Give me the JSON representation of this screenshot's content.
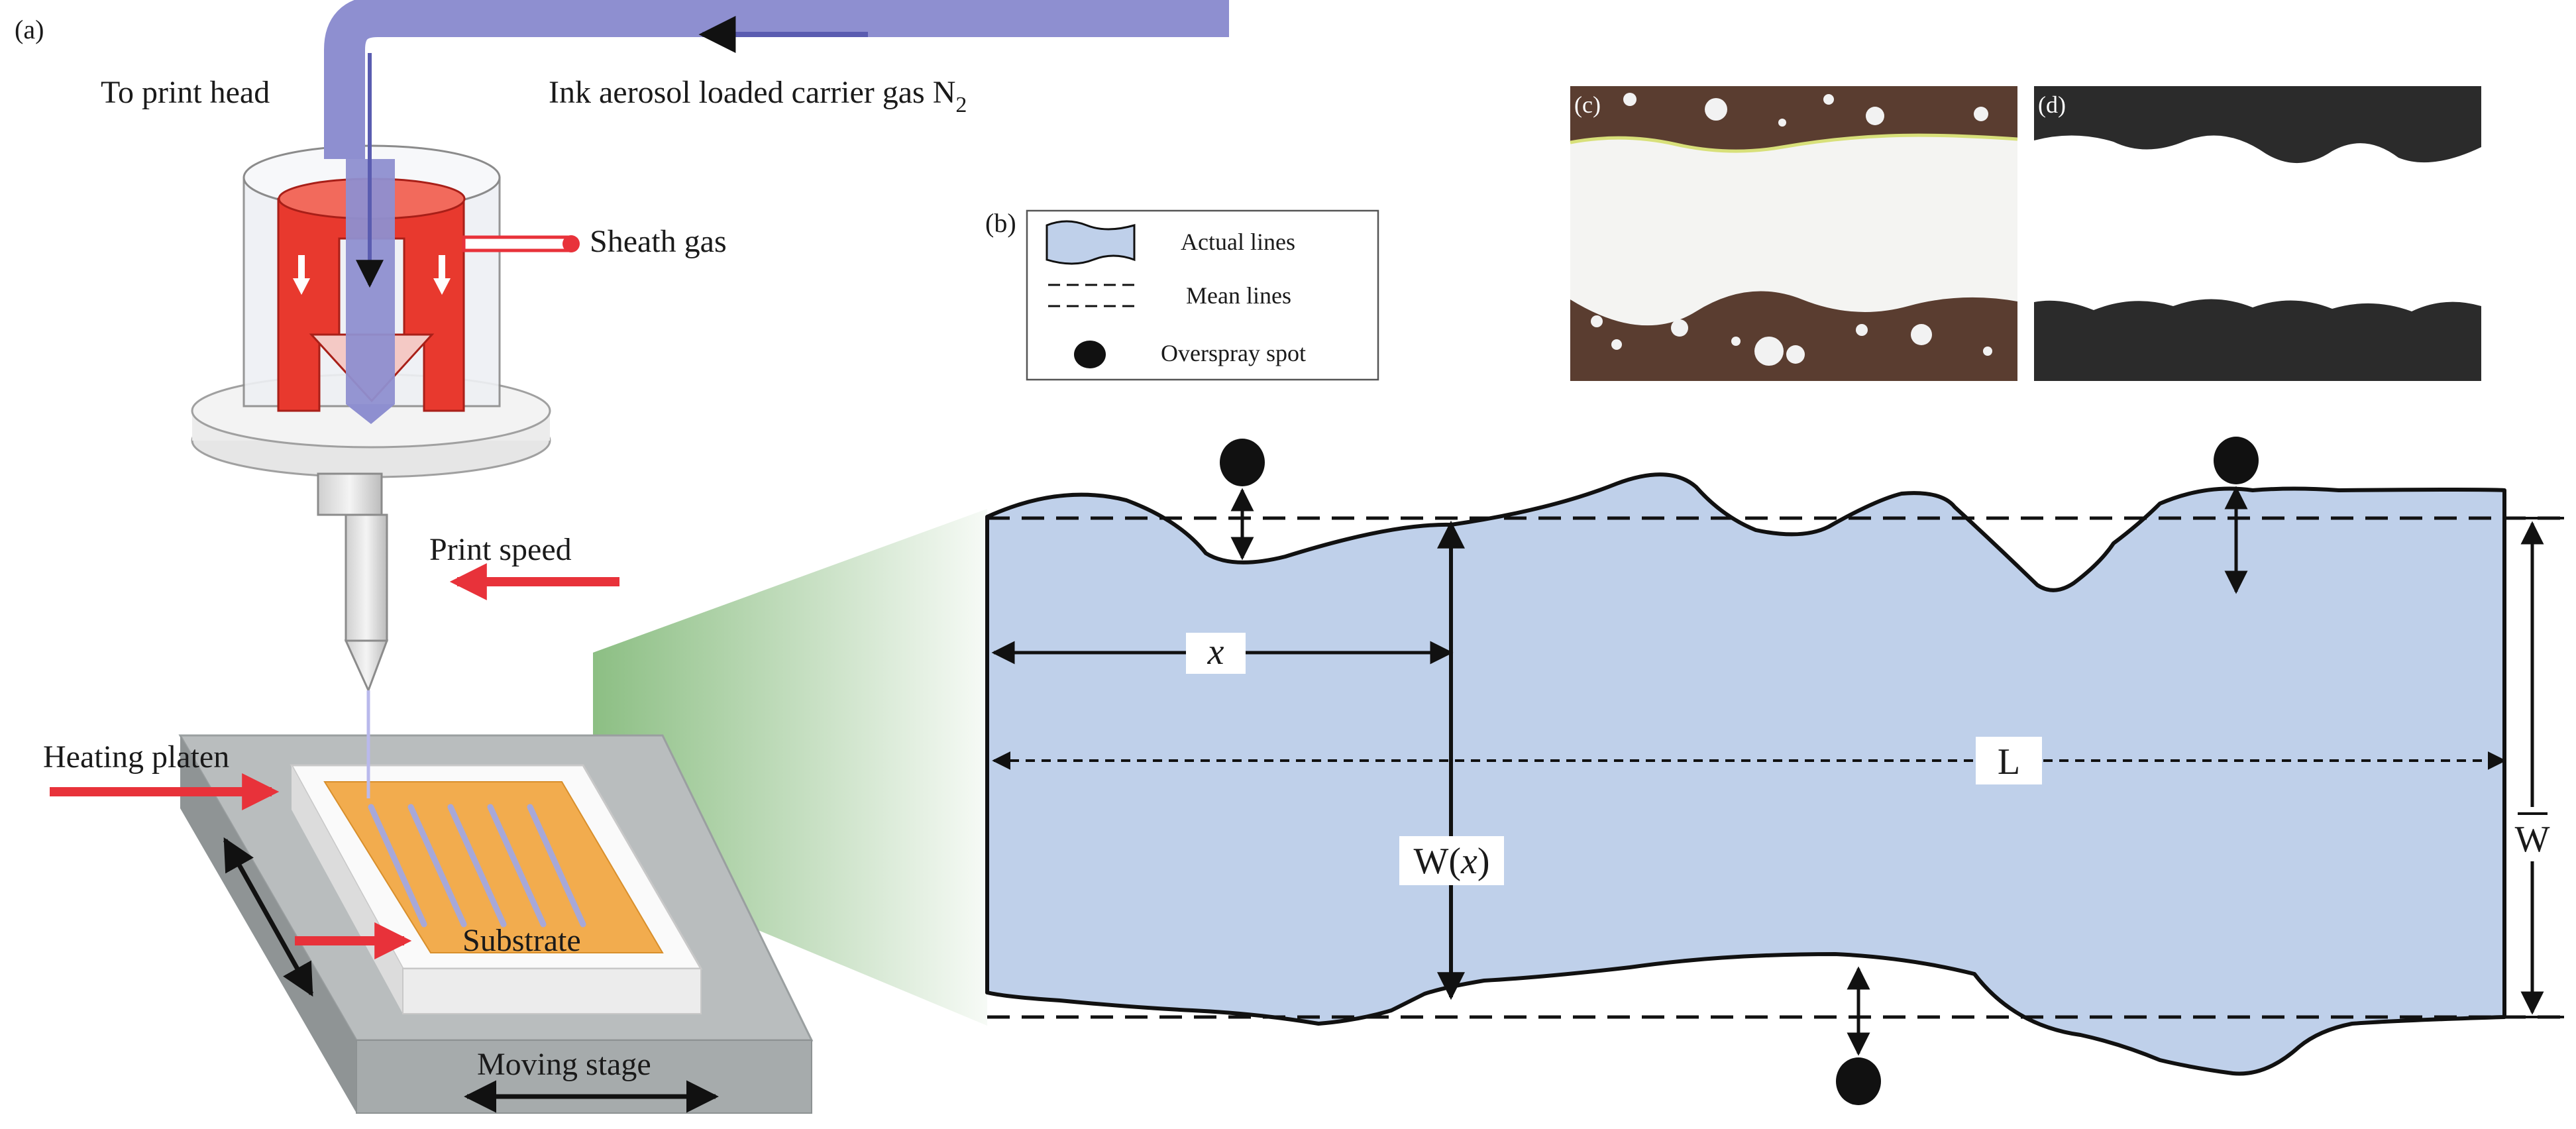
{
  "panels": {
    "a": "(a)",
    "b": "(b)",
    "c": "(c)",
    "d": "(d)"
  },
  "printer": {
    "to_print_head": "To print head",
    "carrier_gas": "Ink aerosol loaded carrier gas N",
    "carrier_gas_sub": "2",
    "sheath_gas": "Sheath gas",
    "print_speed": "Print speed",
    "heating_platen": "Heating platen",
    "substrate": "Substrate",
    "moving_stage": "Moving stage"
  },
  "legend": {
    "actual_lines": "Actual lines",
    "mean_lines": "Mean lines",
    "overspray_spot": "Overspray spot"
  },
  "measure": {
    "x_label": "x",
    "w_label_prefix": "W(",
    "w_label_var": "x",
    "w_label_suffix": ")",
    "l_label": "L",
    "wbar_label": "W"
  },
  "colors": {
    "line_fill": "#bfd0ea",
    "gas_purple": "#8e8fd0",
    "arrow_red": "#e8323a",
    "substrate_orange": "#f2ac4e",
    "photo_brown": "#5a3d30"
  }
}
